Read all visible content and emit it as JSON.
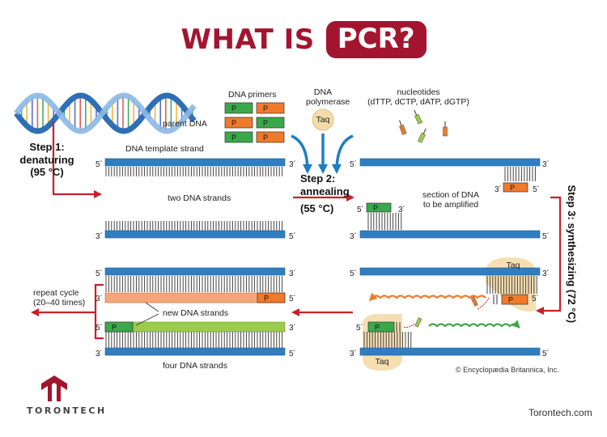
{
  "title": {
    "prefix": "WHAT IS",
    "highlight": "PCR?"
  },
  "colors": {
    "brand": "#a3152f",
    "strand_blue": "#2f7ec2",
    "primer_green": "#3aa84a",
    "primer_orange": "#f07a2a",
    "new_green": "#9ccb4c",
    "new_orange": "#f5a57a",
    "taq": "#f4dcaa",
    "arrow_red": "#c8202a",
    "arrow_blue": "#1e7fc0"
  },
  "labels": {
    "parent_dna": "parent DNA",
    "dna_primers": "DNA primers",
    "dna_polymerase_1": "DNA",
    "dna_polymerase_2": "polymerase",
    "taq": "Taq",
    "nucleotides_1": "nucleotides",
    "nucleotides_2": "(dTTP, dCTP, dATP, dGTP)",
    "template_strand": "DNA template strand",
    "two_strands": "two DNA strands",
    "section_1": "section of DNA",
    "section_2": "to be amplified",
    "repeat_1": "repeat cycle",
    "repeat_2": "(20–40 times)",
    "new_strands": "new DNA strands",
    "four_strands": "four DNA strands",
    "primer_letter": "P",
    "five_prime": "5´",
    "three_prime": "3´"
  },
  "steps": {
    "step1_1": "Step 1:",
    "step1_2": "denaturing",
    "step1_3": "(95 °C)",
    "step2_1": "Step 2:",
    "step2_2": "annealing",
    "step2_3": "(55 °C)",
    "step3": "Step 3: synthesizing (72 °C)"
  },
  "credit": "© Encyclopædia Britannica, Inc.",
  "brand_name": "TORONTECH",
  "website": "Torontech.com"
}
